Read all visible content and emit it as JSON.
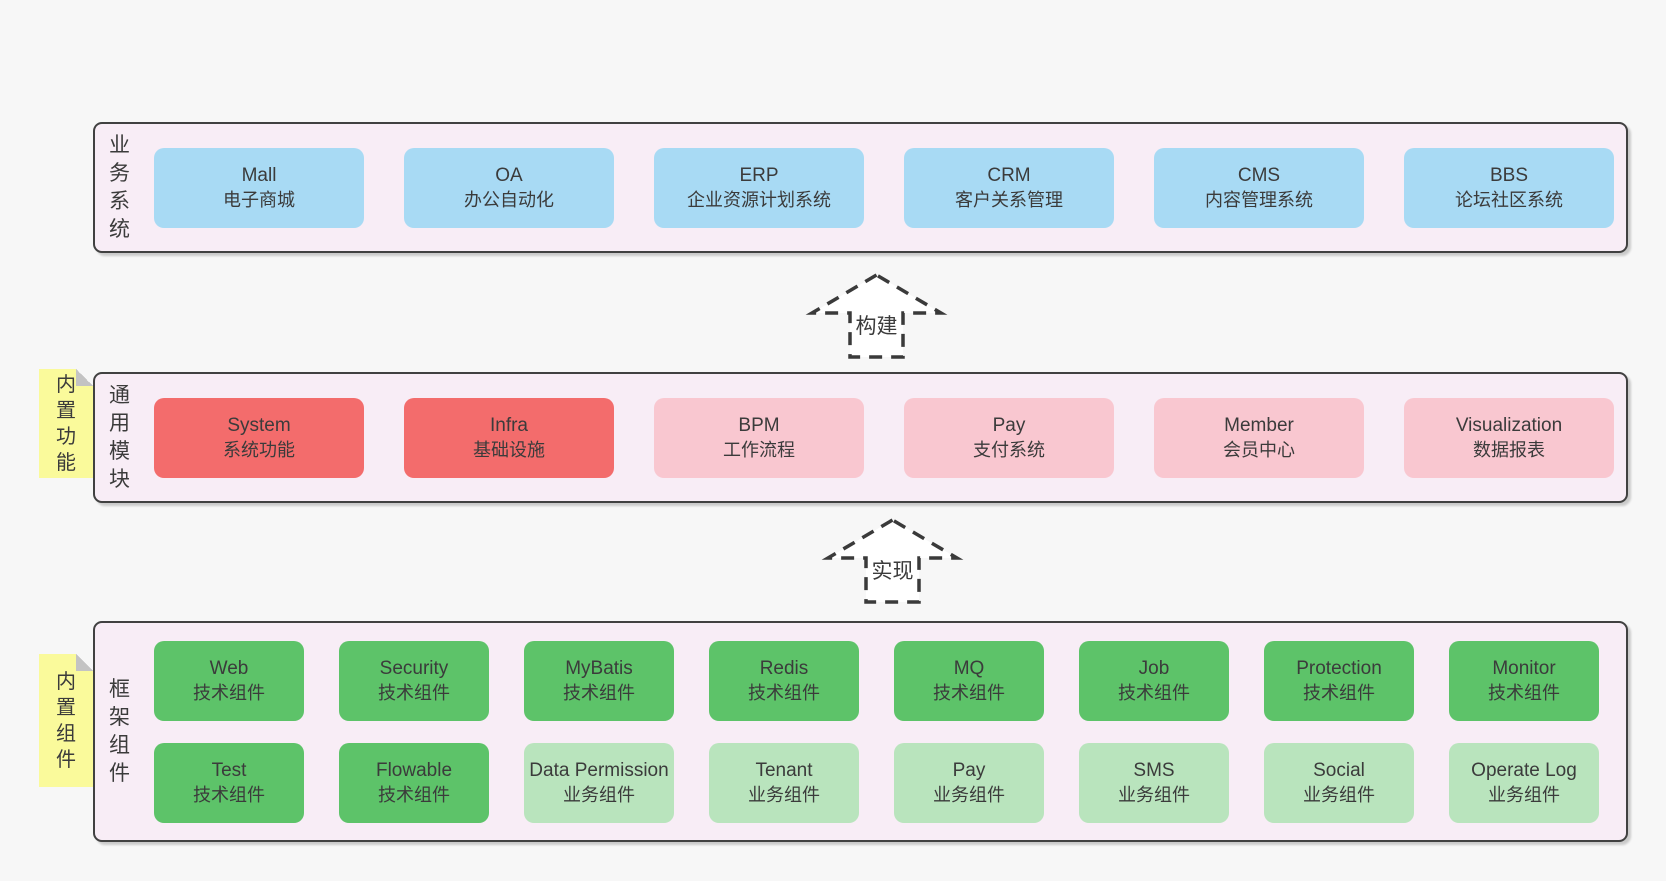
{
  "colors": {
    "page_background": "#f7f7f7",
    "panel_fill": "#f8edf6",
    "panel_border": "#414141",
    "business_box_blue": "#a8daf4",
    "module_box_red": "#f36c6c",
    "module_box_pink": "#f9c7d0",
    "component_box_green_dark": "#5dc369",
    "component_box_green_light": "#b9e4bd",
    "sticky_yellow": "#fafa9b",
    "text": "#3b3b3b"
  },
  "arrows": [
    {
      "label": "构建"
    },
    {
      "label": "实现"
    }
  ],
  "sections": {
    "business": {
      "side_label": "业务系统",
      "boxes": [
        {
          "title": "Mall",
          "subtitle": "电子商城",
          "variant": "blue"
        },
        {
          "title": "OA",
          "subtitle": "办公自动化",
          "variant": "blue"
        },
        {
          "title": "ERP",
          "subtitle": "企业资源计划系统",
          "variant": "blue"
        },
        {
          "title": "CRM",
          "subtitle": "客户关系管理",
          "variant": "blue"
        },
        {
          "title": "CMS",
          "subtitle": "内容管理系统",
          "variant": "blue"
        },
        {
          "title": "BBS",
          "subtitle": "论坛社区系统",
          "variant": "blue"
        }
      ]
    },
    "modules": {
      "side_label": "通用模块",
      "sticky_label": "内置功能",
      "boxes": [
        {
          "title": "System",
          "subtitle": "系统功能",
          "variant": "red"
        },
        {
          "title": "Infra",
          "subtitle": "基础设施",
          "variant": "red"
        },
        {
          "title": "BPM",
          "subtitle": "工作流程",
          "variant": "pink"
        },
        {
          "title": "Pay",
          "subtitle": "支付系统",
          "variant": "pink"
        },
        {
          "title": "Member",
          "subtitle": "会员中心",
          "variant": "pink"
        },
        {
          "title": "Visualization",
          "subtitle": "数据报表",
          "variant": "pink"
        }
      ]
    },
    "components": {
      "side_label": "框架组件",
      "sticky_label": "内置组件",
      "rows": [
        [
          {
            "title": "Web",
            "subtitle": "技术组件",
            "variant": "green-dark"
          },
          {
            "title": "Security",
            "subtitle": "技术组件",
            "variant": "green-dark"
          },
          {
            "title": "MyBatis",
            "subtitle": "技术组件",
            "variant": "green-dark"
          },
          {
            "title": "Redis",
            "subtitle": "技术组件",
            "variant": "green-dark"
          },
          {
            "title": "MQ",
            "subtitle": "技术组件",
            "variant": "green-dark"
          },
          {
            "title": "Job",
            "subtitle": "技术组件",
            "variant": "green-dark"
          },
          {
            "title": "Protection",
            "subtitle": "技术组件",
            "variant": "green-dark"
          },
          {
            "title": "Monitor",
            "subtitle": "技术组件",
            "variant": "green-dark"
          }
        ],
        [
          {
            "title": "Test",
            "subtitle": "技术组件",
            "variant": "green-dark"
          },
          {
            "title": "Flowable",
            "subtitle": "技术组件",
            "variant": "green-dark"
          },
          {
            "title": "Data Permission",
            "subtitle": "业务组件",
            "variant": "green-light"
          },
          {
            "title": "Tenant",
            "subtitle": "业务组件",
            "variant": "green-light"
          },
          {
            "title": "Pay",
            "subtitle": "业务组件",
            "variant": "green-light"
          },
          {
            "title": "SMS",
            "subtitle": "业务组件",
            "variant": "green-light"
          },
          {
            "title": "Social",
            "subtitle": "业务组件",
            "variant": "green-light"
          },
          {
            "title": "Operate Log",
            "subtitle": "业务组件",
            "variant": "green-light"
          }
        ]
      ]
    }
  }
}
